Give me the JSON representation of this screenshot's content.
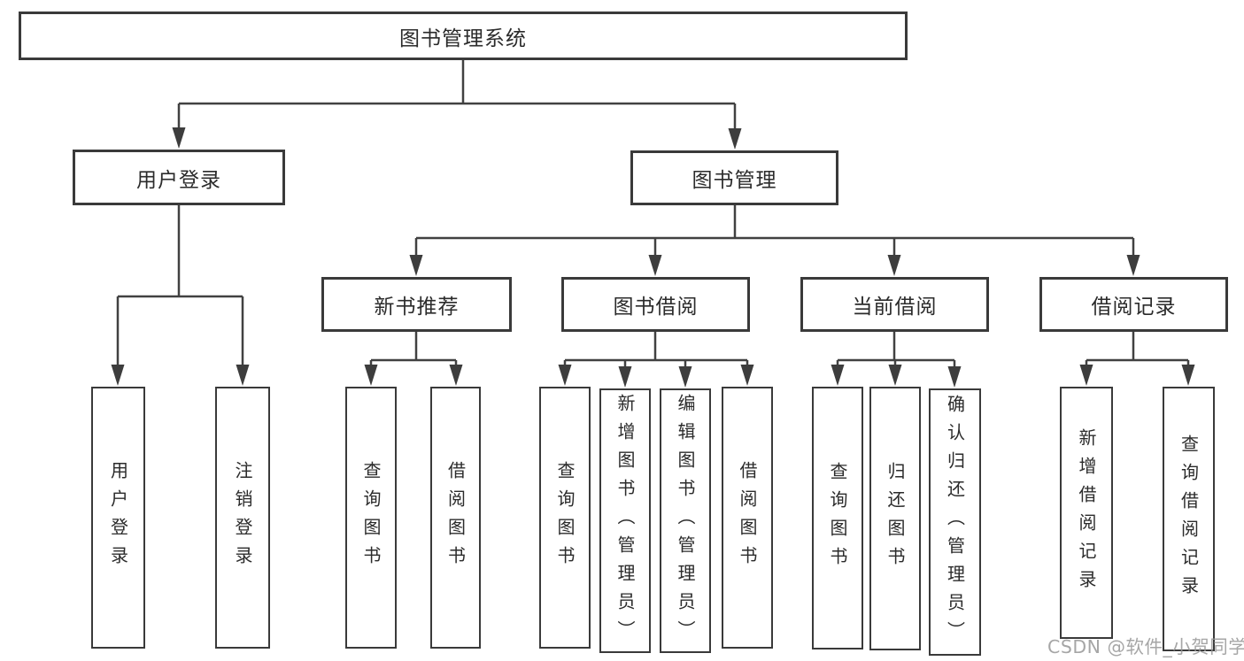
{
  "diagram": {
    "title_node": "图书管理系统",
    "nodes": {
      "root": "图书管理系统",
      "user_login": "用户登录",
      "book_mgmt": "图书管理",
      "new_book_rec": "新书推荐",
      "book_borrow": "图书借阅",
      "current_borrow": "当前借阅",
      "borrow_records": "借阅记录",
      "leaf_user_login": "用户登录",
      "leaf_logout": "注销登录",
      "leaf_nb_query": "查询图书",
      "leaf_nb_borrow": "借阅图书",
      "leaf_bb_query": "查询图书",
      "leaf_bb_add": "新增图书（管理员）",
      "leaf_bb_edit": "编辑图书（管理员）",
      "leaf_bb_borrow": "借阅图书",
      "leaf_cb_query": "查询图书",
      "leaf_cb_return": "归还图书",
      "leaf_cb_confirm": "确认归还（管理员）",
      "leaf_br_add": "新增借阅记录",
      "leaf_br_query": "查询借阅记录"
    },
    "colors": {
      "line": "#414141",
      "border": "#3a3a3a",
      "text": "#2b2b2b",
      "background": "#ffffff",
      "watermark": "#969696"
    }
  },
  "watermark": "CSDN @软件_小贺同学"
}
